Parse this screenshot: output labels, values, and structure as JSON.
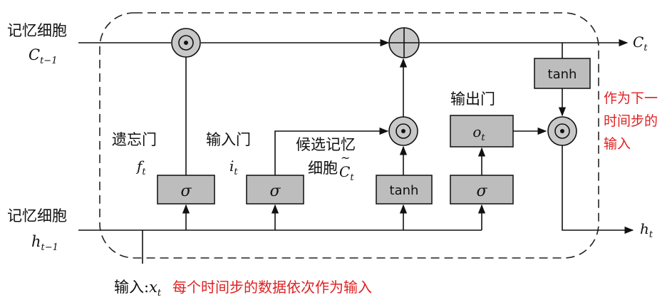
{
  "labels": {
    "cell_state_in_line1": "记忆细胞",
    "cell_state_in_line2": "C",
    "cell_state_in_sub": "t−1",
    "cell_state_out": "C",
    "cell_state_out_sub": "t",
    "hidden_in_line1": "记忆细胞",
    "hidden_in_line2": "h",
    "hidden_in_sub": "t−1",
    "hidden_out": "h",
    "hidden_out_sub": "t",
    "forget_gate": "遗忘门",
    "forget_symbol": "f",
    "forget_sub": "t",
    "input_gate": "输入门",
    "input_symbol": "i",
    "input_sub": "t",
    "candidate_line1": "候选记忆",
    "candidate_line2": "细胞",
    "candidate_symbol": "C",
    "candidate_tilde": "~",
    "candidate_sub": "t",
    "output_gate": "输出门",
    "input_x_prefix": "输入:",
    "input_x_symbol": "x",
    "input_x_sub": "t"
  },
  "boxes": {
    "sigma_forget": "σ",
    "sigma_input": "σ",
    "tanh_candidate": "tanh",
    "sigma_output": "σ",
    "output_value": "o",
    "output_value_sub": "t",
    "tanh_cell": "tanh"
  },
  "notes": {
    "next_input_line1": "作为下一",
    "next_input_line2": "时间步的",
    "next_input_line3": "输入",
    "sequence_input": "每个时间步的数据依次作为输入"
  },
  "colors": {
    "gate_fill": "#bdbdbd",
    "note_red": "#e02020"
  }
}
